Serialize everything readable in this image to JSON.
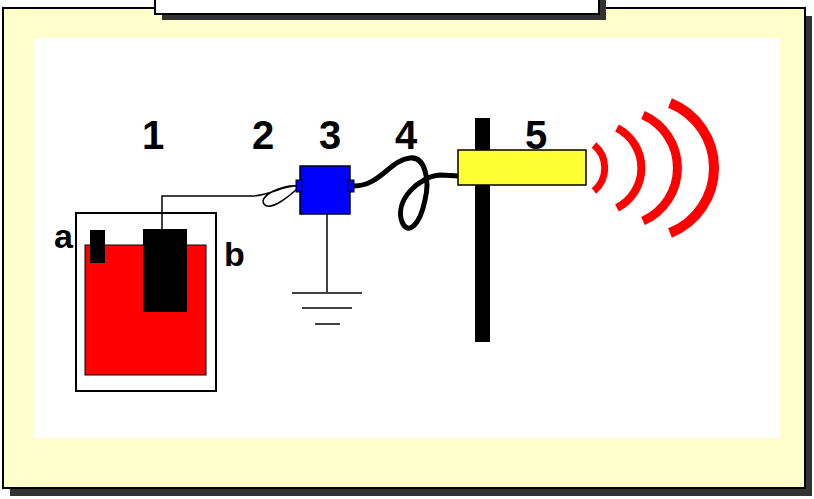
{
  "diagram": {
    "labels": [
      "1",
      "2",
      "3",
      "4",
      "5",
      "a",
      "b"
    ]
  }
}
